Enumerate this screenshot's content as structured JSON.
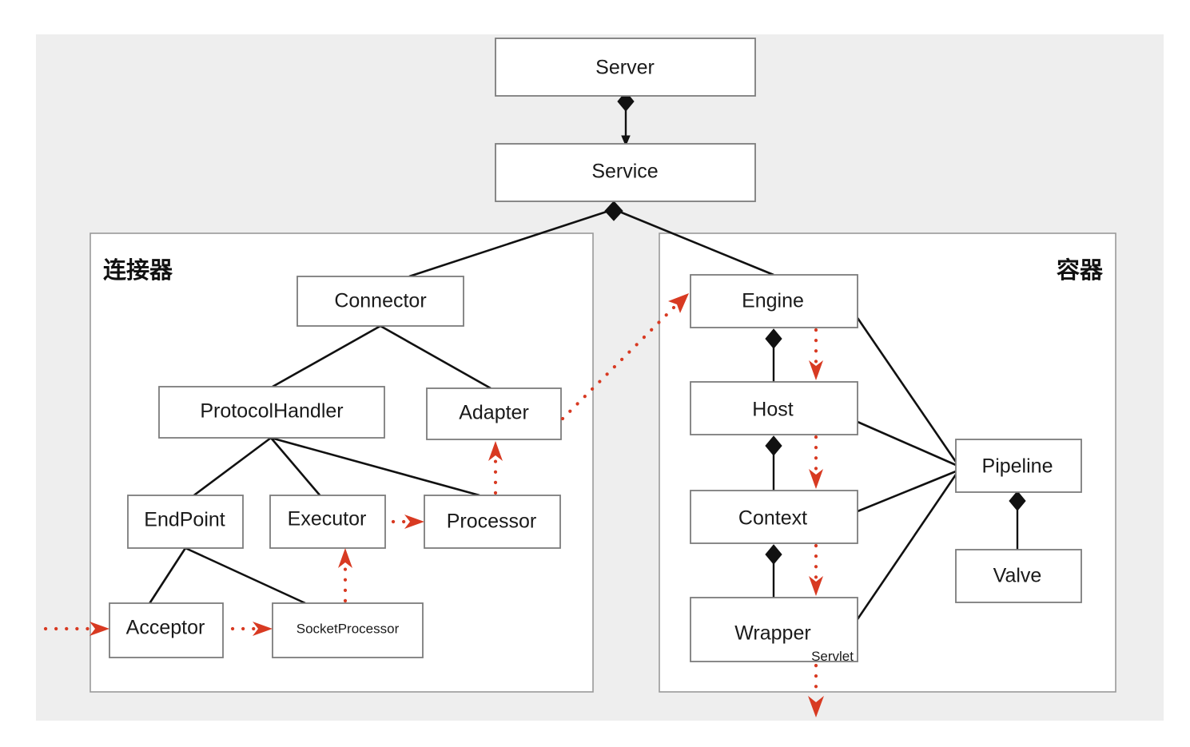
{
  "canvas": {
    "background": "#eeeeee",
    "page_background": "#ffffff",
    "accent_flow_color": "#d83a22",
    "line_color": "#111111",
    "box_fill": "#ffffff",
    "box_border": "#7c7c7c"
  },
  "diagram": {
    "title_top": "Server",
    "panels": [
      {
        "id": "connector",
        "label": "连接器"
      },
      {
        "id": "container",
        "label": "容器"
      }
    ],
    "nodes": {
      "server": "Server",
      "service": "Service",
      "connector": "Connector",
      "protocol_handler": "ProtocolHandler",
      "adapter": "Adapter",
      "endpoint": "EndPoint",
      "executor": "Executor",
      "processor": "Processor",
      "acceptor": "Acceptor",
      "socket_processor": "SocketProcessor",
      "engine": "Engine",
      "host": "Host",
      "context": "Context",
      "wrapper": "Wrapper",
      "wrapper_sub": "Servlet",
      "pipeline": "Pipeline",
      "valve": "Valve"
    },
    "composition_edges": [
      {
        "from": "server",
        "to": "service"
      },
      {
        "from": "engine",
        "to": "host"
      },
      {
        "from": "host",
        "to": "context"
      },
      {
        "from": "context",
        "to": "wrapper"
      },
      {
        "from": "pipeline",
        "to": "valve"
      }
    ],
    "association_edges": [
      {
        "from": "service",
        "to": "connector"
      },
      {
        "from": "service",
        "to": "engine"
      },
      {
        "from": "connector",
        "to": "protocol_handler"
      },
      {
        "from": "connector",
        "to": "adapter"
      },
      {
        "from": "protocol_handler",
        "to": "endpoint"
      },
      {
        "from": "protocol_handler",
        "to": "executor"
      },
      {
        "from": "protocol_handler",
        "to": "processor"
      },
      {
        "from": "endpoint",
        "to": "acceptor"
      },
      {
        "from": "endpoint",
        "to": "socket_processor"
      },
      {
        "from": "engine",
        "to": "pipeline"
      },
      {
        "from": "host",
        "to": "pipeline"
      },
      {
        "from": "context",
        "to": "pipeline"
      },
      {
        "from": "wrapper",
        "to": "pipeline"
      }
    ],
    "flow_edges": [
      {
        "from": "request-entry",
        "to": "acceptor"
      },
      {
        "from": "acceptor",
        "to": "socket_processor"
      },
      {
        "from": "socket_processor",
        "to": "executor"
      },
      {
        "from": "executor",
        "to": "processor"
      },
      {
        "from": "processor",
        "to": "adapter"
      },
      {
        "from": "adapter",
        "to": "engine"
      },
      {
        "from": "engine",
        "to": "host"
      },
      {
        "from": "host",
        "to": "context"
      },
      {
        "from": "context",
        "to": "wrapper"
      },
      {
        "from": "wrapper",
        "to": "response-exit"
      }
    ]
  }
}
